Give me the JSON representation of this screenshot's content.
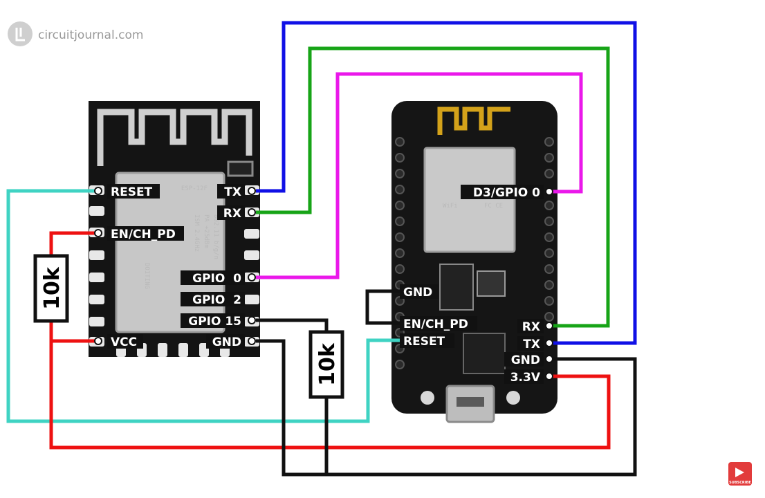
{
  "watermark": {
    "text": "circuitjournal.com"
  },
  "esp12": {
    "left_pins": [
      "RESET",
      "EN/CH_PD",
      "VCC"
    ],
    "right_pins": [
      "TX",
      "RX",
      "GPIO  0",
      "GPIO  2",
      "GPIO 15",
      "GND"
    ]
  },
  "nodemcu": {
    "pins": [
      "D3/GPIO 0",
      "GND",
      "EN/CH_PD",
      "RESET",
      "RX",
      "TX",
      "GND",
      "3.3V"
    ]
  },
  "resistors": [
    "10k",
    "10k"
  ],
  "subscribe": {
    "text": "SUBSCRIBE"
  },
  "colors": {
    "tx_wire": "#1010e6",
    "rx_wire": "#17a417",
    "gpio0_wire": "#ea18ea",
    "reset_wire": "#3fd3c3",
    "power_wire": "#ee1111",
    "ground_wire": "#111111"
  }
}
